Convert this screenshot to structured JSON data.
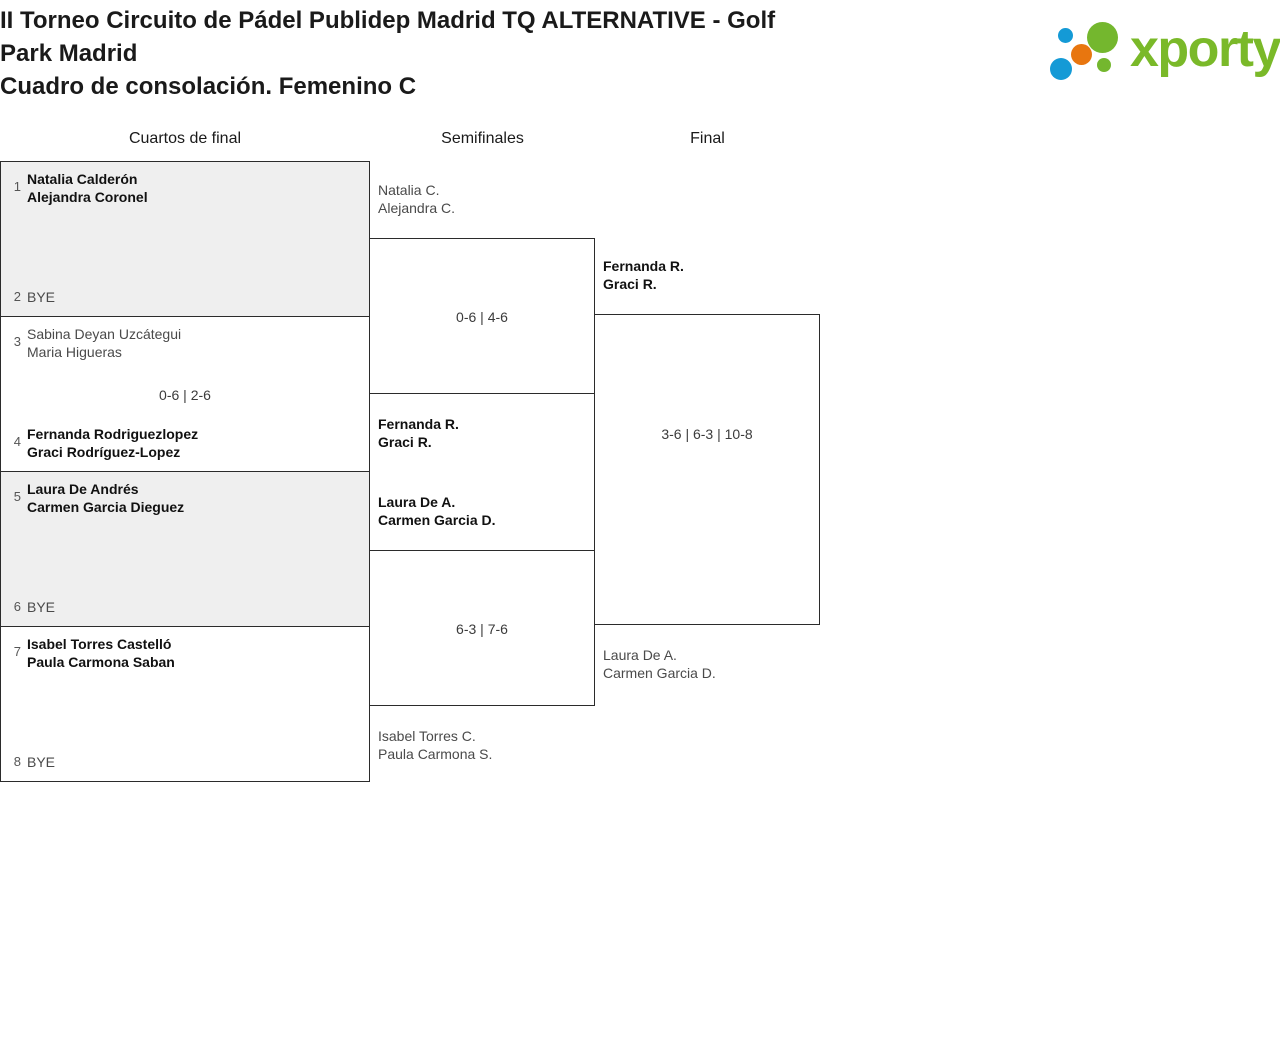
{
  "header": {
    "title_line1": "II Torneo Circuito de Pádel Publidep Madrid TQ ALTERNATIVE - Golf",
    "title_line2": "Park Madrid",
    "subtitle": "Cuadro de consolación. Femenino C",
    "logo_word": "xporty",
    "logo_colors": {
      "green": "#7ab929",
      "blue": "#149ad6",
      "orange": "#e8760f"
    }
  },
  "rounds": [
    {
      "label": "Cuartos de final"
    },
    {
      "label": "Semifinales"
    },
    {
      "label": "Final"
    }
  ],
  "bracket": {
    "round1": [
      {
        "shaded": true,
        "score": "",
        "top": {
          "seed": "1",
          "line1": "Natalia Calderón",
          "line2": "Alejandra Coronel",
          "state": "winner"
        },
        "bottom": {
          "seed": "2",
          "line1": "BYE",
          "line2": "",
          "state": "bye"
        }
      },
      {
        "shaded": false,
        "score": "0-6 | 2-6",
        "top": {
          "seed": "3",
          "line1": "Sabina Deyan Uzcátegui",
          "line2": "Maria Higueras",
          "state": "loser"
        },
        "bottom": {
          "seed": "4",
          "line1": "Fernanda Rodriguezlopez",
          "line2": "Graci Rodríguez-Lopez",
          "state": "winner"
        }
      },
      {
        "shaded": true,
        "score": "",
        "top": {
          "seed": "5",
          "line1": "Laura De Andrés",
          "line2": "Carmen Garcia Dieguez",
          "state": "winner"
        },
        "bottom": {
          "seed": "6",
          "line1": "BYE",
          "line2": "",
          "state": "bye"
        }
      },
      {
        "shaded": false,
        "score": "",
        "top": {
          "seed": "7",
          "line1": "Isabel Torres Castelló",
          "line2": "Paula Carmona Saban",
          "state": "winner"
        },
        "bottom": {
          "seed": "8",
          "line1": "BYE",
          "line2": "",
          "state": "bye"
        }
      }
    ],
    "round2": [
      {
        "score": "0-6 | 4-6",
        "top": {
          "line1": "Natalia C.",
          "line2": "Alejandra C.",
          "state": "loser"
        },
        "bottom": {
          "line1": "Fernanda R.",
          "line2": "Graci R.",
          "state": "winner"
        }
      },
      {
        "score": "6-3 | 7-6",
        "top": {
          "line1": "Laura De A.",
          "line2": "Carmen Garcia D.",
          "state": "winner"
        },
        "bottom": {
          "line1": "Isabel Torres C.",
          "line2": "Paula Carmona S.",
          "state": "loser"
        }
      }
    ],
    "round3": {
      "score": "3-6 | 6-3 | 10-8",
      "top": {
        "line1": "Fernanda R.",
        "line2": "Graci R.",
        "state": "winner"
      },
      "bottom": {
        "line1": "Laura De A.",
        "line2": "Carmen Garcia D.",
        "state": "loser"
      }
    }
  }
}
